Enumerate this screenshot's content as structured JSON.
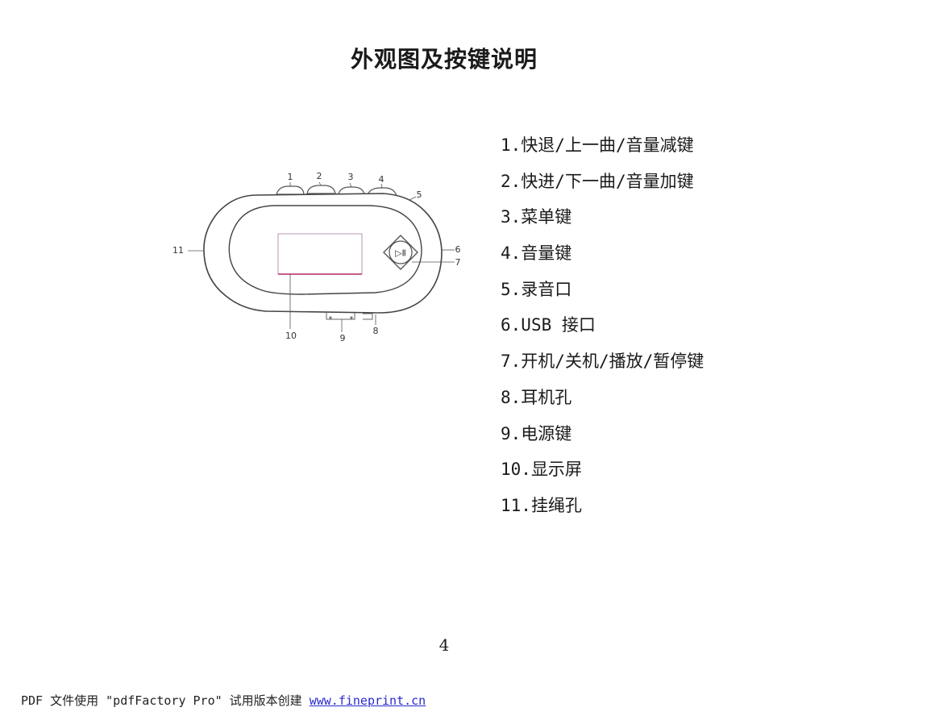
{
  "title": "外观图及按键说明",
  "diagram": {
    "callouts": [
      "1",
      "2",
      "3",
      "4",
      "5",
      "6",
      "7",
      "8",
      "9",
      "10",
      "11"
    ],
    "play_button_symbol": "▷Ⅱ"
  },
  "items": [
    {
      "num": "1.",
      "text": "快退/上一曲/音量减键"
    },
    {
      "num": "2.",
      "text": "快进/下一曲/音量加键"
    },
    {
      "num": "3.",
      "text": "菜单键"
    },
    {
      "num": "4.",
      "text": "音量键"
    },
    {
      "num": "5.",
      "text": "录音口"
    },
    {
      "num": "6.",
      "text": "USB 接口"
    },
    {
      "num": "7.",
      "text": "开机/关机/播放/暂停键"
    },
    {
      "num": "8.",
      "text": "耳机孔"
    },
    {
      "num": "9.",
      "text": "电源键"
    },
    {
      "num": "10.",
      "text": "显示屏"
    },
    {
      "num": "11.",
      "text": "挂绳孔"
    }
  ],
  "page_number": "4",
  "footer": {
    "text": "PDF 文件使用 \"pdfFactory Pro\" 试用版本创建 ",
    "link": "www.fineprint.cn"
  },
  "colors": {
    "screen_outline": "#c2477a",
    "link": "#2a2acc"
  }
}
